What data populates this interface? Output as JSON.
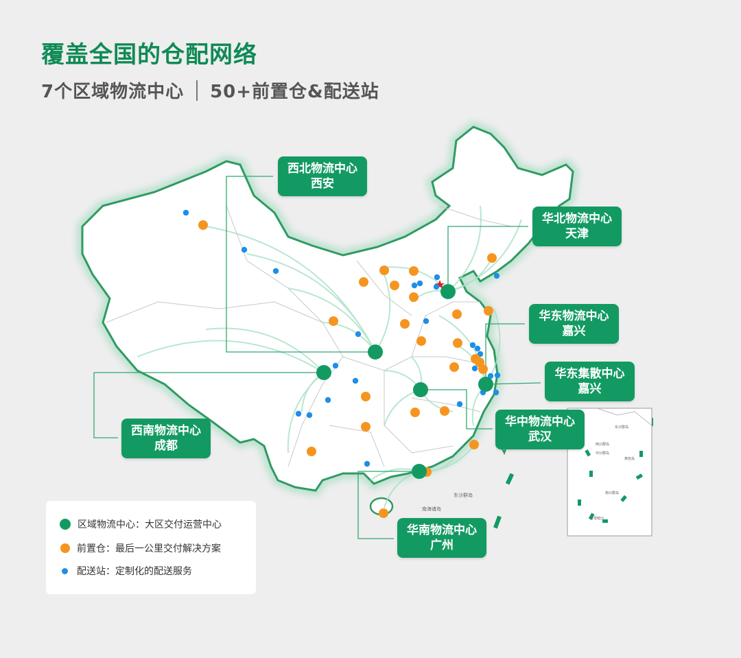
{
  "title": "覆盖全国的仓配网络",
  "subtitle": {
    "left": "7个区域物流中心",
    "right": "50+前置仓&配送站"
  },
  "colors": {
    "hub": "#139a63",
    "warehouse": "#f5951f",
    "station": "#1f8ee6",
    "title": "#0f8a55",
    "border": "#2f9a62",
    "capital_star": "#e02020"
  },
  "hubs": [
    {
      "name": "西北物流中心",
      "city": "西安"
    },
    {
      "name": "华北物流中心",
      "city": "天津"
    },
    {
      "name": "华东物流中心",
      "city": "嘉兴"
    },
    {
      "name": "华东集散中心",
      "city": "嘉兴"
    },
    {
      "name": "华中物流中心",
      "city": "武汉"
    },
    {
      "name": "西南物流中心",
      "city": "成都"
    },
    {
      "name": "华南物流中心",
      "city": "广州"
    }
  ],
  "map_labels": {
    "east_sea": "东沙群岛",
    "south_sea": "南海诸岛",
    "inset_1": "东沙群岛",
    "inset_2": "西沙群岛",
    "inset_3": "中沙群岛",
    "inset_4": "黄岩岛",
    "inset_5": "南沙群岛",
    "inset_6": "曾母暗沙"
  },
  "legend": [
    {
      "icon": "hub-dot",
      "label": "区域物流中心：大区交付运营中心"
    },
    {
      "icon": "warehouse-dot",
      "label": "前置仓：最后一公里交付解决方案"
    },
    {
      "icon": "station-dot",
      "label": "配送站：定制化的配送服务"
    }
  ]
}
